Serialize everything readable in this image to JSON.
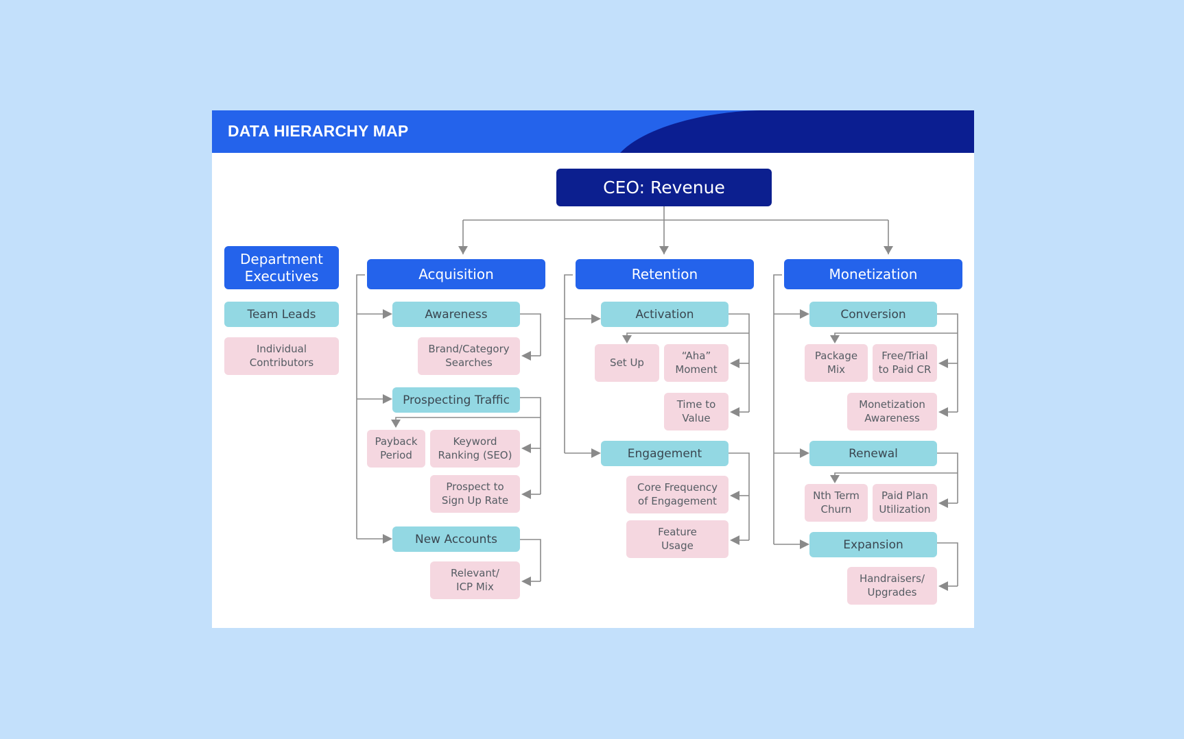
{
  "title": "DATA HIERARCHY MAP",
  "colors": {
    "background": "#c3e0fb",
    "header_blue": "#2463eb",
    "header_dark": "#0b1e91",
    "ceo": "#0c1f8f",
    "executive": "#2463eb",
    "team_lead": "#93d8e3",
    "contributor": "#f5d7e0",
    "connector": "#8a8a8a"
  },
  "root": "CEO: Revenue",
  "legend": {
    "executives": "Department\nExecutives",
    "team_leads": "Team Leads",
    "contributors": "Individual\nContributors"
  },
  "departments": [
    {
      "name": "Acquisition",
      "teams": [
        {
          "name": "Awareness",
          "metrics": [
            "Brand/Category\nSearches"
          ]
        },
        {
          "name": "Prospecting Traffic",
          "metrics": [
            "Payback\nPeriod",
            "Keyword\nRanking (SEO)",
            "Prospect to\nSign Up Rate"
          ]
        },
        {
          "name": "New Accounts",
          "metrics": [
            "Relevant/\nICP Mix"
          ]
        }
      ]
    },
    {
      "name": "Retention",
      "teams": [
        {
          "name": "Activation",
          "metrics": [
            "Set Up",
            "“Aha”\nMoment",
            "Time to\nValue"
          ]
        },
        {
          "name": "Engagement",
          "metrics": [
            "Core Frequency\nof Engagement",
            "Feature\nUsage"
          ]
        }
      ]
    },
    {
      "name": "Monetization",
      "teams": [
        {
          "name": "Conversion",
          "metrics": [
            "Package\nMix",
            "Free/Trial\nto Paid CR",
            "Monetization\nAwareness"
          ]
        },
        {
          "name": "Renewal",
          "metrics": [
            "Nth Term\nChurn",
            "Paid Plan\nUtilization"
          ]
        },
        {
          "name": "Expansion",
          "metrics": [
            "Handraisers/\nUpgrades"
          ]
        }
      ]
    }
  ]
}
